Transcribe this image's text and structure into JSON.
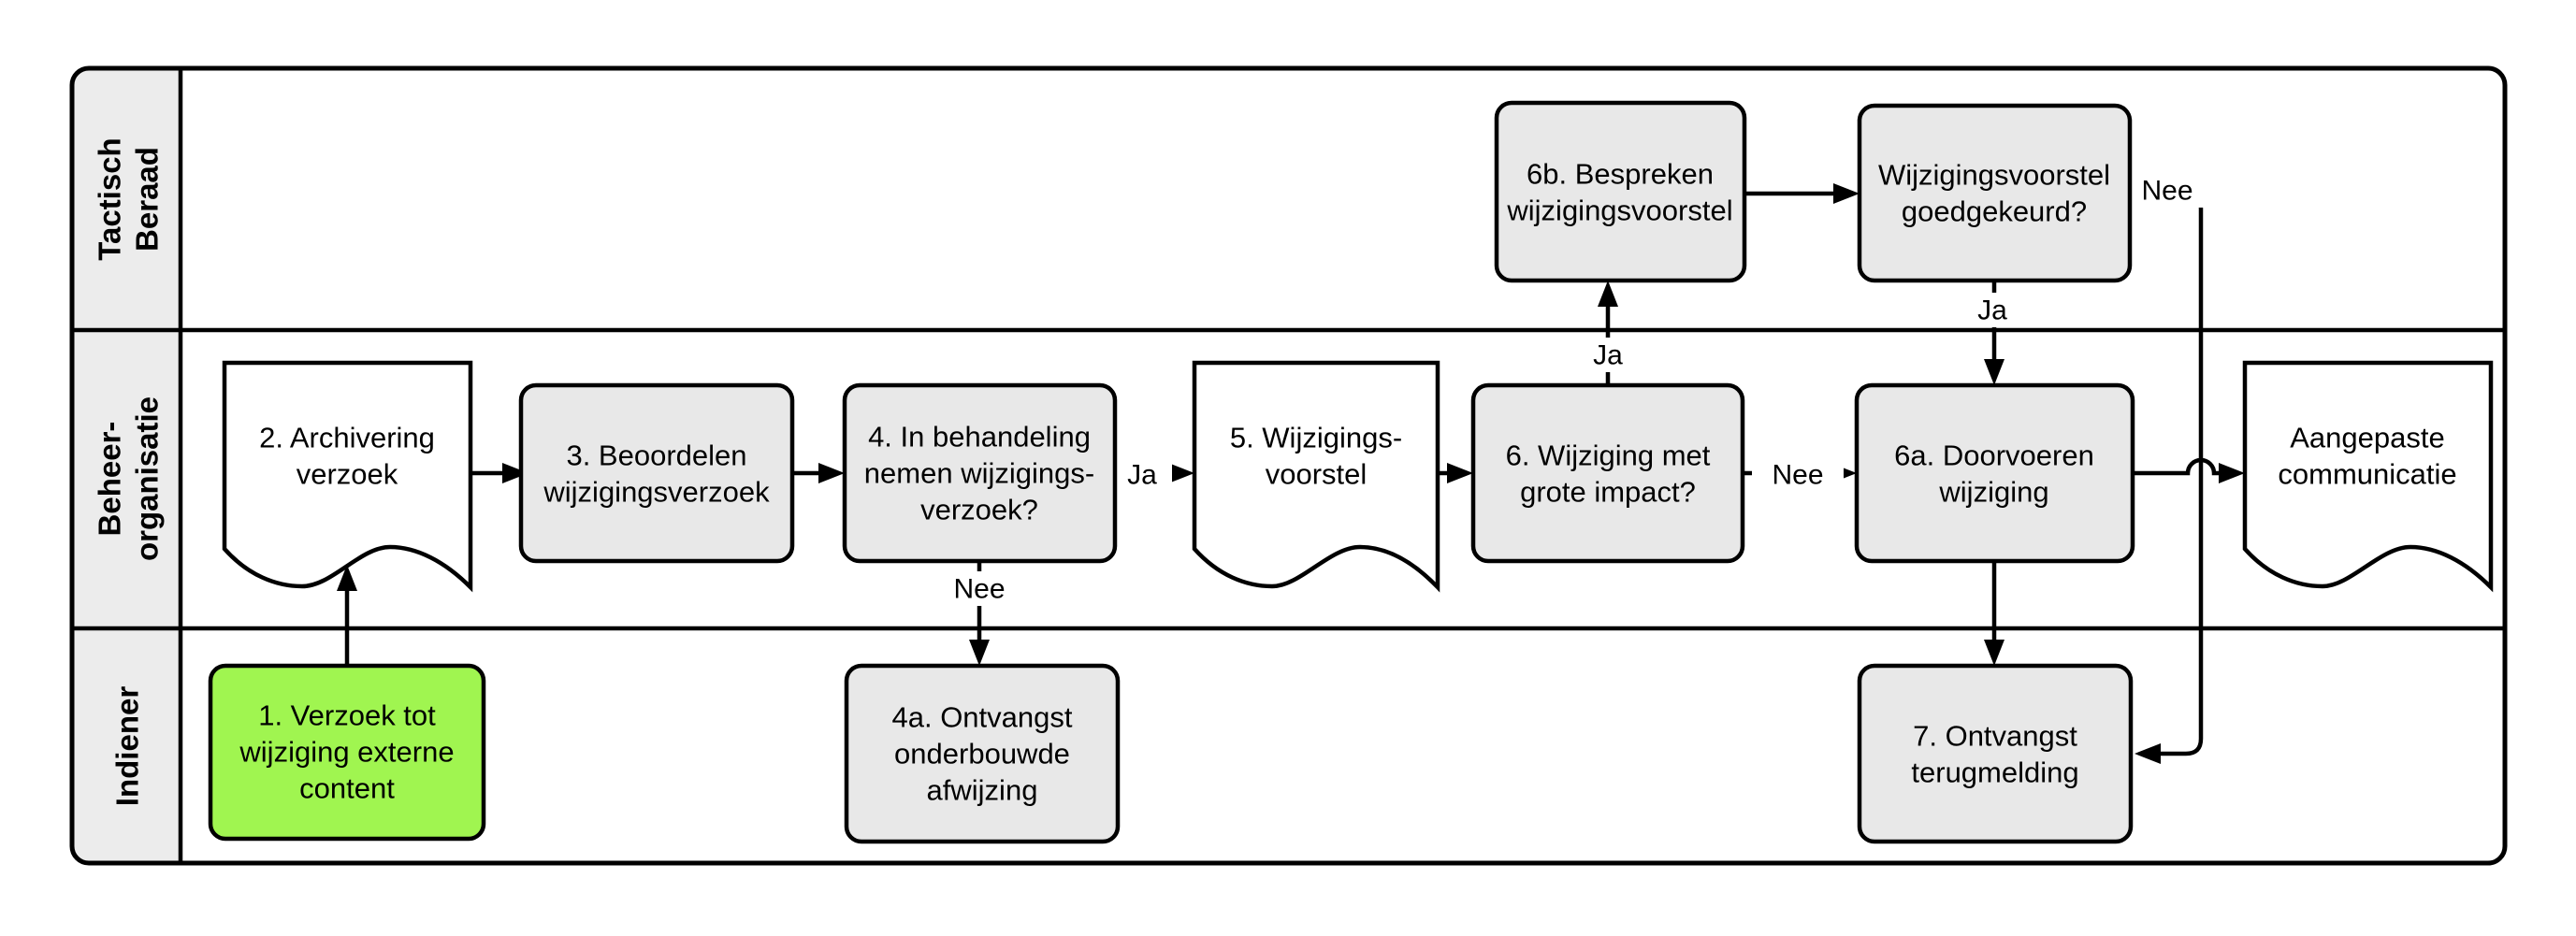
{
  "lanes": [
    {
      "name": "Tactisch Beraad",
      "lines": [
        "Tactisch",
        "Beraad"
      ]
    },
    {
      "name": "Beheer-organisatie",
      "lines": [
        "Beheer-",
        "organisatie"
      ]
    },
    {
      "name": "Indiener",
      "lines": [
        "Indiener"
      ]
    }
  ],
  "nodes": {
    "n1": {
      "id": "1",
      "shape": "rounded-rect",
      "lane": "Indiener",
      "lines": [
        "1. Verzoek tot",
        "wijziging externe",
        "content"
      ]
    },
    "n2": {
      "id": "2",
      "shape": "document",
      "lane": "Beheer-organisatie",
      "lines": [
        "2. Archivering",
        "verzoek"
      ]
    },
    "n3": {
      "id": "3",
      "shape": "rounded-rect",
      "lane": "Beheer-organisatie",
      "lines": [
        "3. Beoordelen",
        "wijzigingsverzoek"
      ]
    },
    "n4": {
      "id": "4",
      "shape": "rounded-rect",
      "lane": "Beheer-organisatie",
      "lines": [
        "4. In behandeling",
        "nemen wijzigings-",
        "verzoek?"
      ]
    },
    "n4a": {
      "id": "4a",
      "shape": "rounded-rect",
      "lane": "Indiener",
      "lines": [
        "4a. Ontvangst",
        "onderbouwde",
        "afwijzing"
      ]
    },
    "n5": {
      "id": "5",
      "shape": "document",
      "lane": "Beheer-organisatie",
      "lines": [
        "5. Wijzigings-",
        "voorstel"
      ]
    },
    "n6": {
      "id": "6",
      "shape": "rounded-rect",
      "lane": "Beheer-organisatie",
      "lines": [
        "6. Wijziging met",
        "grote impact?"
      ]
    },
    "n6a": {
      "id": "6a",
      "shape": "rounded-rect",
      "lane": "Beheer-organisatie",
      "lines": [
        "6a. Doorvoeren",
        "wijziging"
      ]
    },
    "n6b": {
      "id": "6b",
      "shape": "rounded-rect",
      "lane": "Tactisch Beraad",
      "lines": [
        "6b. Bespreken",
        "wijzigingsvoorstel"
      ]
    },
    "ngoed": {
      "id": "",
      "shape": "rounded-rect",
      "lane": "Tactisch Beraad",
      "lines": [
        "Wijzigingsvoorstel",
        "goedgekeurd?"
      ]
    },
    "n7": {
      "id": "7",
      "shape": "rounded-rect",
      "lane": "Indiener",
      "lines": [
        "7. Ontvangst",
        "terugmelding"
      ]
    },
    "ncomm": {
      "id": "",
      "shape": "document",
      "lane": "Beheer-organisatie",
      "lines": [
        "Aangepaste",
        "communicatie"
      ]
    }
  },
  "edges": [
    {
      "from": "1",
      "to": "2",
      "label": ""
    },
    {
      "from": "2",
      "to": "3",
      "label": ""
    },
    {
      "from": "3",
      "to": "4",
      "label": ""
    },
    {
      "from": "4",
      "to": "5",
      "label": "Ja"
    },
    {
      "from": "4",
      "to": "4a",
      "label": "Nee"
    },
    {
      "from": "5",
      "to": "6",
      "label": ""
    },
    {
      "from": "6",
      "to": "6b",
      "label": "Ja"
    },
    {
      "from": "6",
      "to": "6a",
      "label": "Nee"
    },
    {
      "from": "6b",
      "to": "wijzigingsvoorstel-goedgekeurd",
      "label": ""
    },
    {
      "from": "wijzigingsvoorstel-goedgekeurd",
      "to": "6a",
      "label": "Ja"
    },
    {
      "from": "wijzigingsvoorstel-goedgekeurd",
      "to": "7",
      "label": "Nee"
    },
    {
      "from": "6a",
      "to": "aangepaste-communicatie",
      "label": ""
    },
    {
      "from": "6a",
      "to": "7",
      "label": ""
    }
  ],
  "colors": {
    "node_fill": "#e8e8e8",
    "start_fill": "#a0f550",
    "document_fill": "#ffffff",
    "lane_header_fill": "#ececec",
    "stroke": "#000000",
    "background": "#ffffff"
  }
}
